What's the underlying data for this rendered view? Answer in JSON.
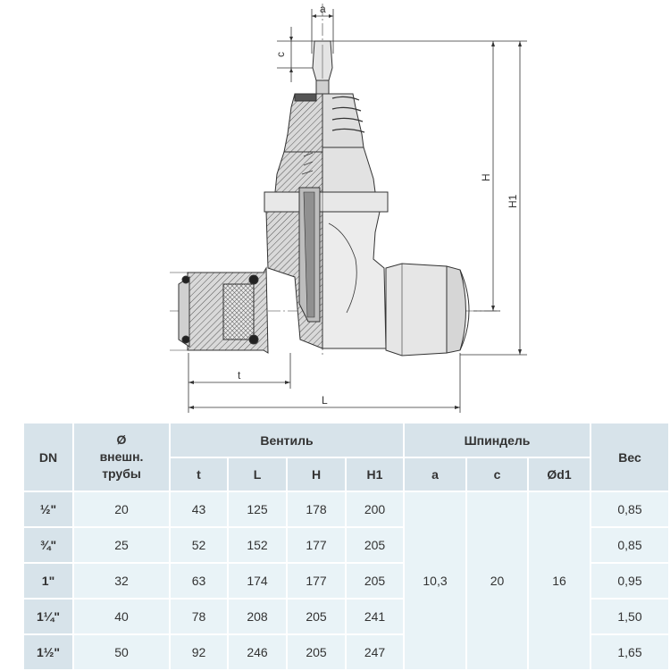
{
  "drawing": {
    "dim_a": "a",
    "dim_c": "c",
    "dim_H": "H",
    "dim_H1": "H1",
    "dim_t": "t",
    "dim_L": "L"
  },
  "table": {
    "headers": {
      "dn": "DN",
      "pipe": [
        "Ø",
        "внешн.",
        "трубы"
      ],
      "valve": "Вентиль",
      "spindle": "Шпиндель",
      "weight": "Вес",
      "t": "t",
      "L": "L",
      "H": "H",
      "H1": "H1",
      "a": "a",
      "c": "c",
      "d1": "Ød1"
    },
    "rows": [
      {
        "dn": "½\"",
        "pipe": "20",
        "t": "43",
        "L": "125",
        "H": "178",
        "H1": "200",
        "weight": "0,85"
      },
      {
        "dn": "¾\"",
        "pipe": "25",
        "t": "52",
        "L": "152",
        "H": "177",
        "H1": "205",
        "weight": "0,85"
      },
      {
        "dn": "1\"",
        "pipe": "32",
        "t": "63",
        "L": "174",
        "H": "177",
        "H1": "205",
        "weight": "0,95"
      },
      {
        "dn": "1¼\"",
        "pipe": "40",
        "t": "78",
        "L": "208",
        "H": "205",
        "H1": "241",
        "weight": "1,50"
      },
      {
        "dn": "1½\"",
        "pipe": "50",
        "t": "92",
        "L": "246",
        "H": "205",
        "H1": "247",
        "weight": "1,65"
      }
    ],
    "spindle": {
      "a": "10,3",
      "c": "20",
      "d1": "16"
    }
  }
}
